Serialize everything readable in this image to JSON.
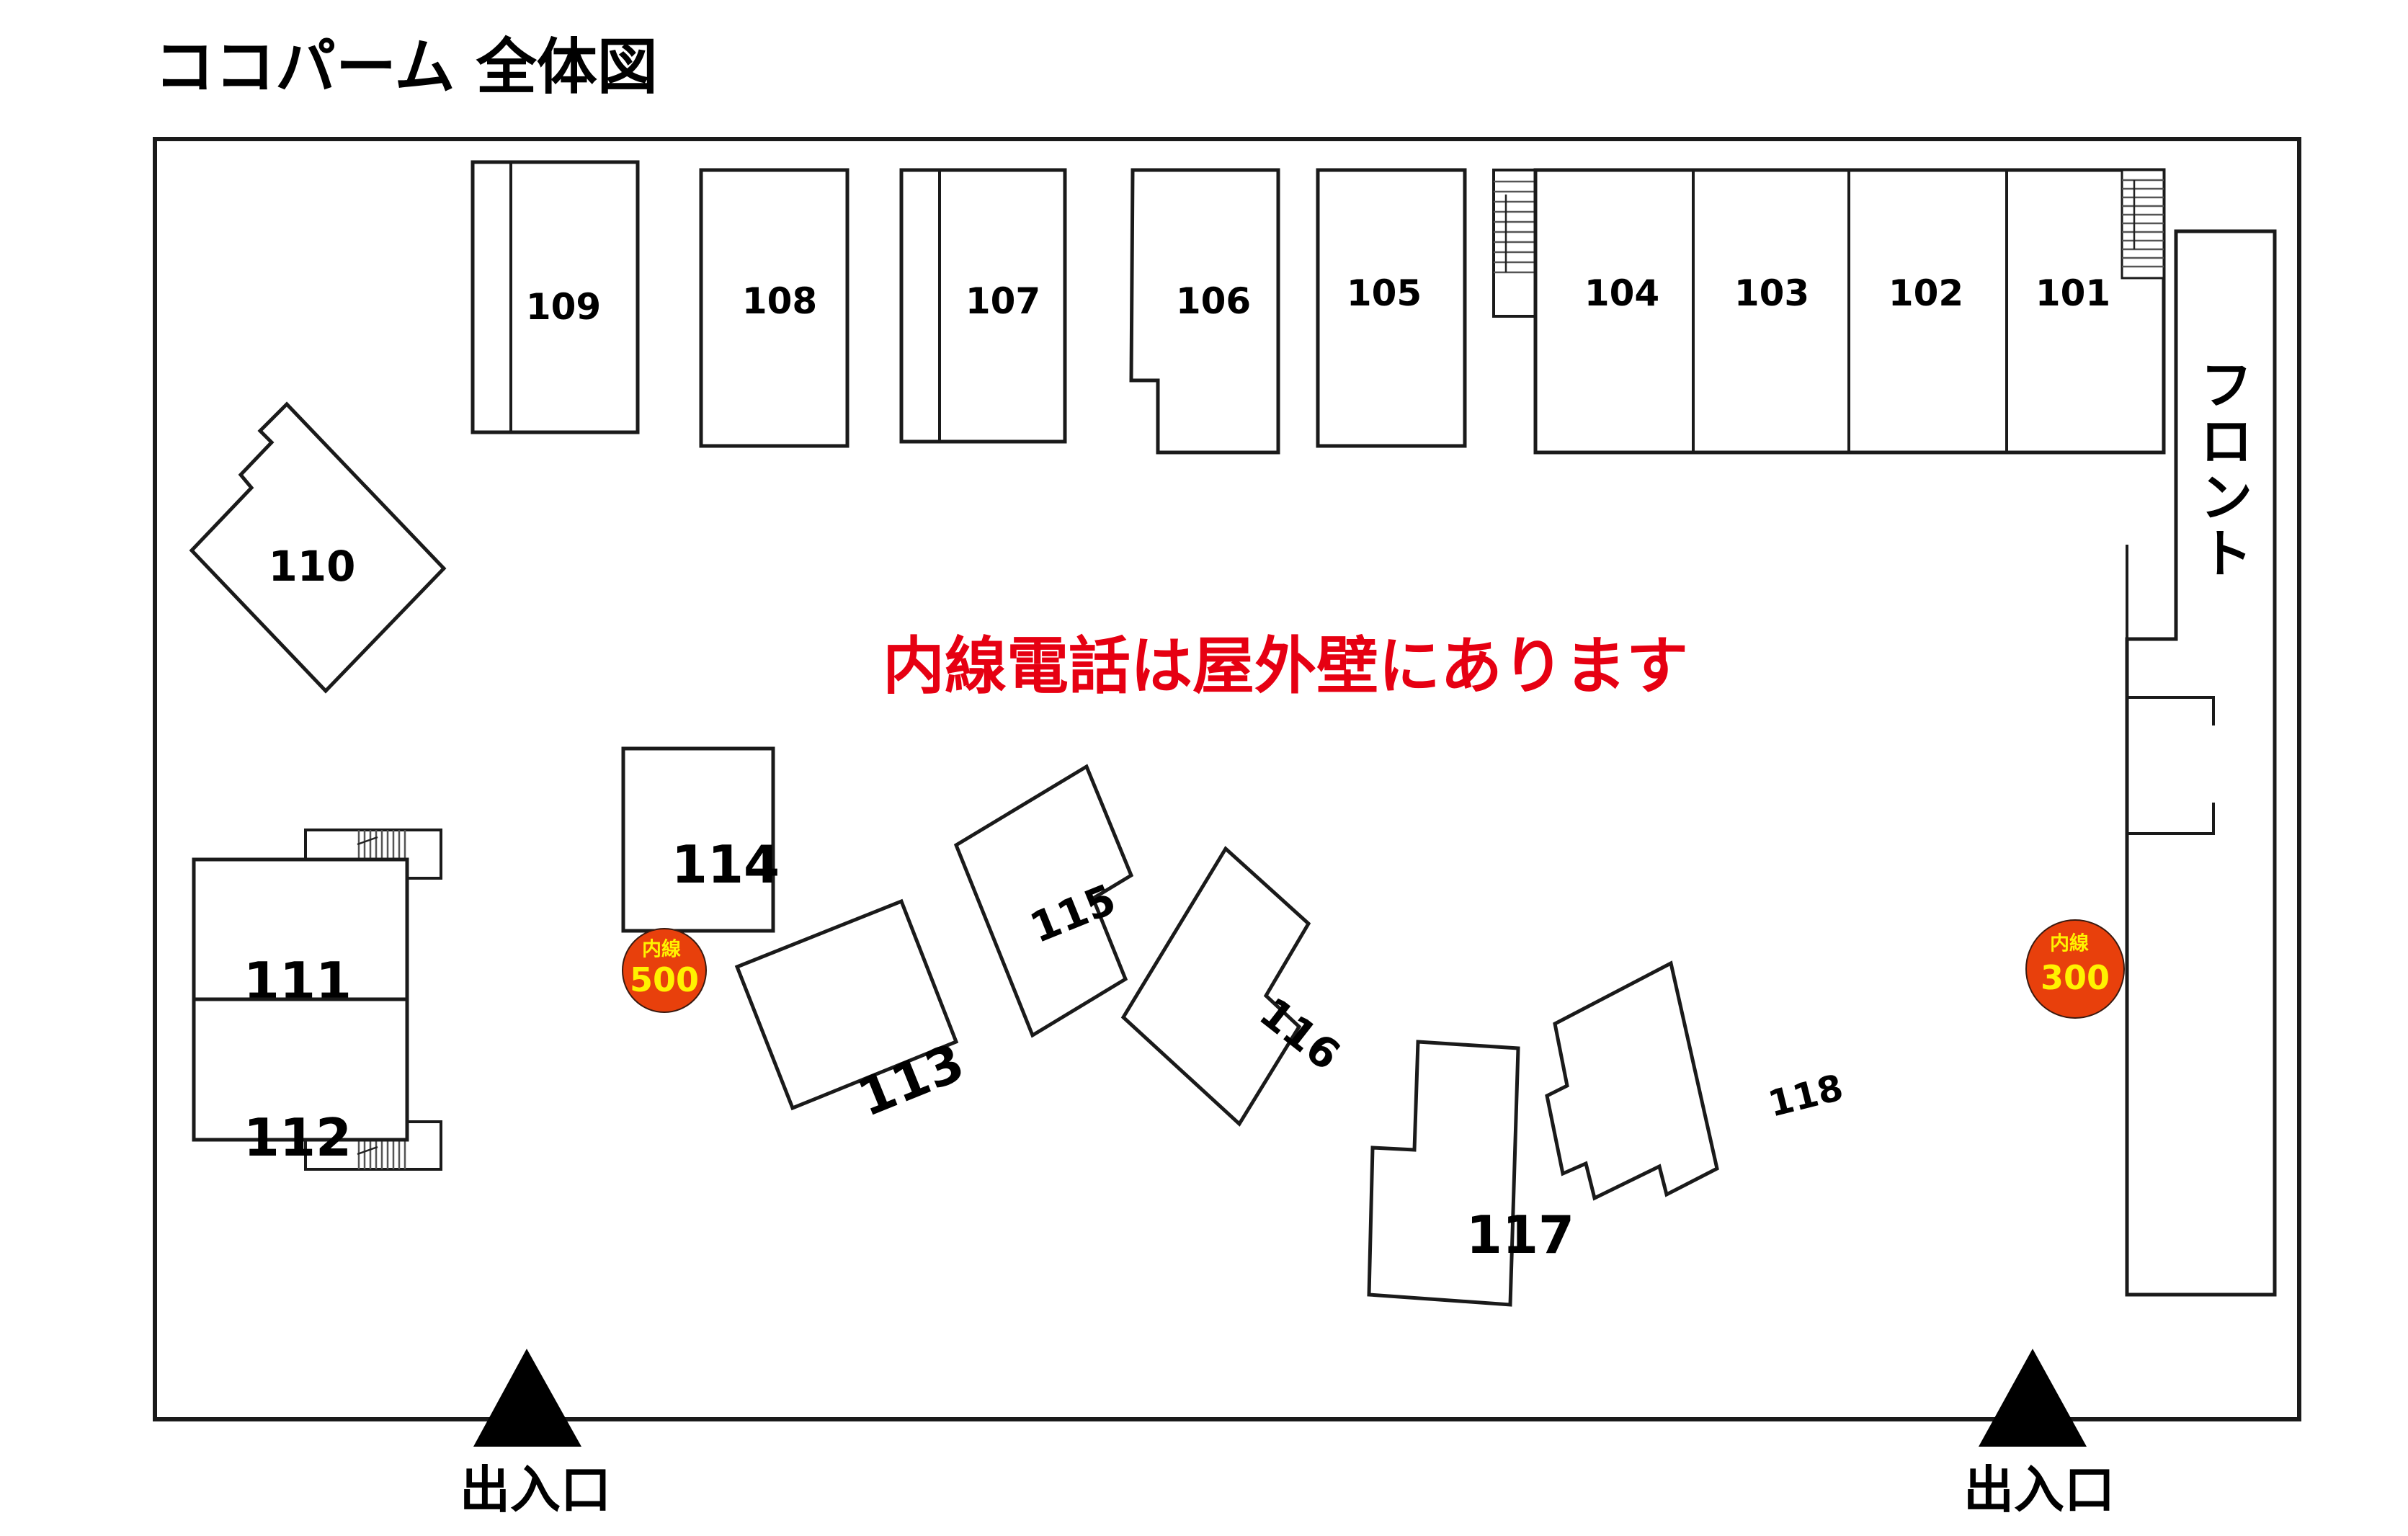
{
  "title": "ココパーム 全体図",
  "notice": {
    "text": "内線電話は屋外壁にあります",
    "color": "#e60012"
  },
  "front": {
    "label_chars": [
      "フ",
      "ロ",
      "ン",
      "ト"
    ]
  },
  "extensions": [
    {
      "label": "内線",
      "number": "500",
      "fill": "#e8400c",
      "text_color": "#fff200"
    },
    {
      "label": "内線",
      "number": "300",
      "fill": "#e8400c",
      "text_color": "#fff200"
    }
  ],
  "entrances": [
    {
      "label": "出入口",
      "icon": "up-triangle-icon"
    },
    {
      "label": "出入口",
      "icon": "up-triangle-icon"
    }
  ],
  "rooms": {
    "r101": "101",
    "r102": "102",
    "r103": "103",
    "r104": "104",
    "r105": "105",
    "r106": "106",
    "r107": "107",
    "r108": "108",
    "r109": "109",
    "r110": "110",
    "r111": "111",
    "r112": "112",
    "r113": "113",
    "r114": "114",
    "r115": "115",
    "r116": "116",
    "r117": "117",
    "r118": "118"
  },
  "colors": {
    "line": "#1a1a1a",
    "background": "#ffffff",
    "badge_fill": "#e8400c",
    "badge_text": "#fff200",
    "notice": "#e60012"
  }
}
